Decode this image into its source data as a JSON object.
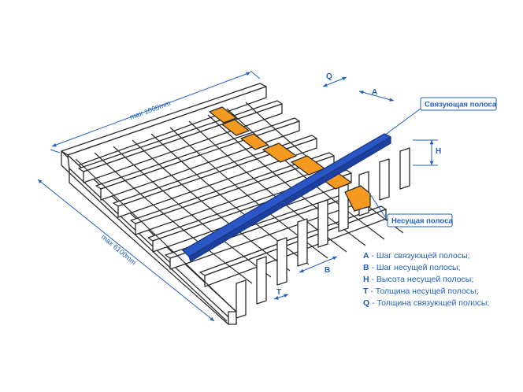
{
  "dimensions": {
    "width_label": "max 1000mm",
    "length_label": "max 6100mm",
    "q": "Q",
    "a": "A",
    "h": "H",
    "b": "B",
    "t": "T"
  },
  "callouts": {
    "cross_bar": "Связующая полоса",
    "bearing_bar": "Несущая полоса"
  },
  "legend": [
    {
      "key": "A",
      "text": " - Шаг связующей полосы;"
    },
    {
      "key": "B",
      "text": " - Шаг несущей полосы;"
    },
    {
      "key": "H",
      "text": " - Высота несущей полосы;"
    },
    {
      "key": "T",
      "text": " - Толщина несущей полосы;"
    },
    {
      "key": "Q",
      "text": " - Толщина связующей полосы;"
    }
  ],
  "colors": {
    "accent_blue": "#1f5fbf",
    "highlight_blue": "#2a56c6",
    "highlight_orange": "#f59a1e",
    "line": "#2b2b2b"
  }
}
